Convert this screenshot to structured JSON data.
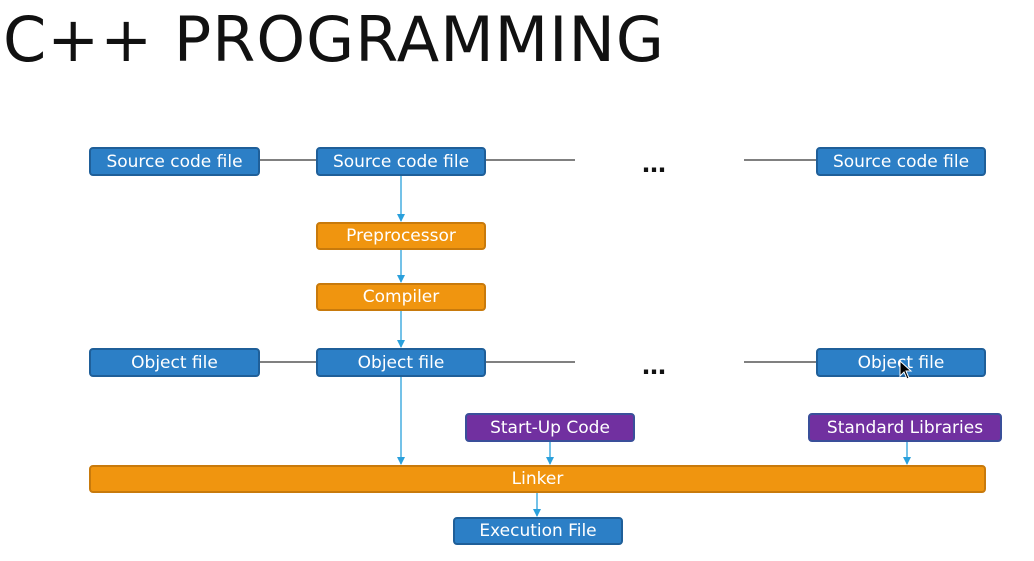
{
  "title": "C++ PROGRAMMING",
  "nodes": {
    "source_left": "Source code file",
    "source_main": "Source code file",
    "source_right": "Source code file",
    "preprocessor": "Preprocessor",
    "compiler": "Compiler",
    "object_left": "Object file",
    "object_main": "Object file",
    "object_right": "Object file",
    "startup_code": "Start-Up Code",
    "standard_libraries": "Standard Libraries",
    "linker": "Linker",
    "execution_file": "Execution File"
  },
  "ellipsis": {
    "source_row": "…",
    "object_row": "…"
  },
  "colors": {
    "file_box": "#2c7fc6",
    "process_box": "#f0950f",
    "library_box": "#7130a0",
    "arrow": "#2aa0dc",
    "row_line": "#000000"
  }
}
